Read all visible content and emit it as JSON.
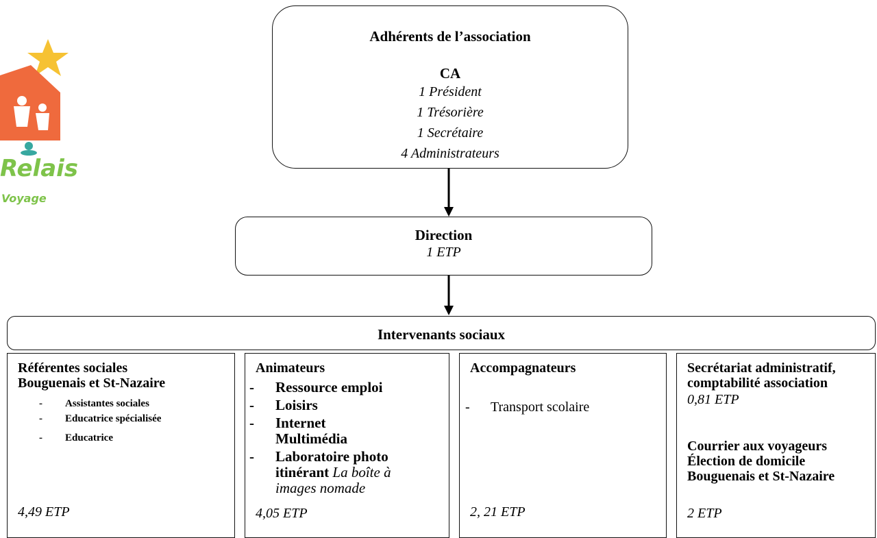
{
  "logo": {
    "text_1": "Relais",
    "text_2": "Voyage",
    "star_color": "#f6c233",
    "house_color": "#ef6a3d",
    "text_color": "#7ec34a"
  },
  "top": {
    "title": "Adhérents de l’association",
    "ca_label": "CA",
    "members": [
      "1 Président",
      "1 Trésorière",
      "1 Secrétaire",
      "4 Administrateurs"
    ]
  },
  "direction": {
    "title": "Direction",
    "etp": "1 ETP"
  },
  "intervenants": {
    "title": "Intervenants sociaux"
  },
  "columns": {
    "referentes": {
      "head_1": "Référentes sociales",
      "head_2": "Bouguenais et St-Nazaire",
      "items": [
        "Assistantes sociales",
        "Educatrice spécialisée",
        "Educatrice"
      ],
      "etp": "4,49 ETP"
    },
    "animateurs": {
      "head": "Animateurs",
      "items": [
        "Ressource emploi",
        "Loisirs",
        "Internet Multimédia"
      ],
      "item_photo": "Laboratoire photo itinérant",
      "item_photo_italic": "La boîte à images nomade",
      "etp": "4,05 ETP"
    },
    "accompagnateurs": {
      "head": "Accompagnateurs",
      "items": [
        "Transport scolaire"
      ],
      "etp": "2, 21 ETP"
    },
    "secretariat": {
      "head_1": "Secrétariat administratif,",
      "head_2": "comptabilité association",
      "etp_1": "0,81 ETP",
      "sub_1": "Courrier aux voyageurs",
      "sub_2": "Élection de domicile",
      "sub_3": "Bouguenais et St-Nazaire",
      "etp_2": "2 ETP"
    }
  },
  "dash": "-"
}
